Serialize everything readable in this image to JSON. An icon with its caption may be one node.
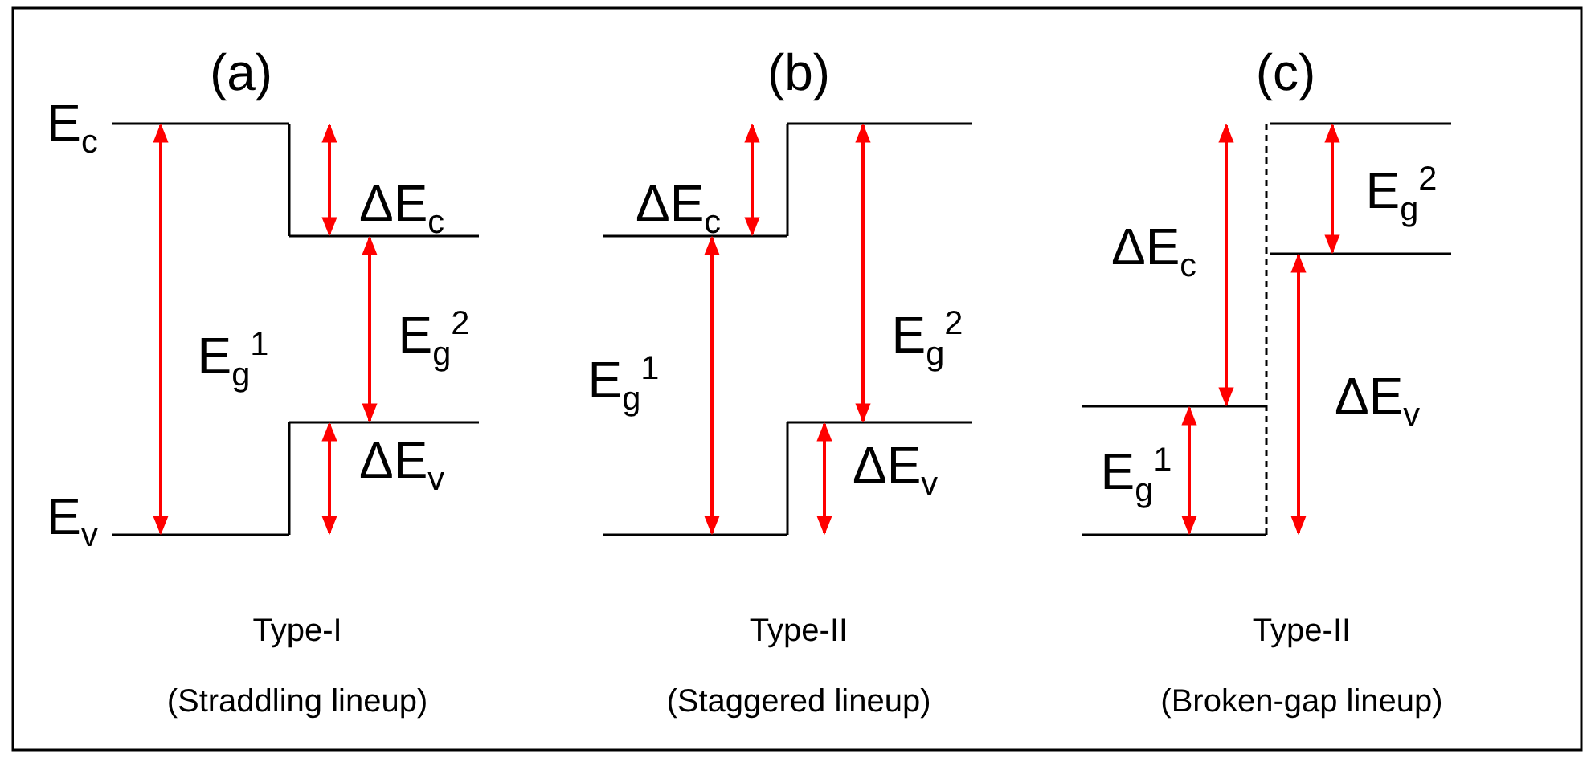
{
  "diagram": {
    "labels": [
      "(a)",
      "E$_{c}$",
      "ΔE$_{c}$",
      "E$_{g}$$^{1}$",
      "E$_{g}$$^{2}$",
      "E$_{v}$",
      "ΔE$_{v}$",
      "Type-I",
      "(Straddling lineup)",
      "(b)",
      "ΔE$_{c}$",
      "E$_{g}$$^{1}$",
      "E$_{g}$$^{2}$",
      "ΔE$_{v}$",
      "Type-II",
      "(Staggered lineup)",
      "(c)",
      "E$_{g}$$^{2}$",
      "ΔE$_{c}$",
      "ΔE$_{v}$",
      "E$_{g}$$^{1}$",
      "Type-II",
      "(Broken-gap lineup)"
    ]
  }
}
